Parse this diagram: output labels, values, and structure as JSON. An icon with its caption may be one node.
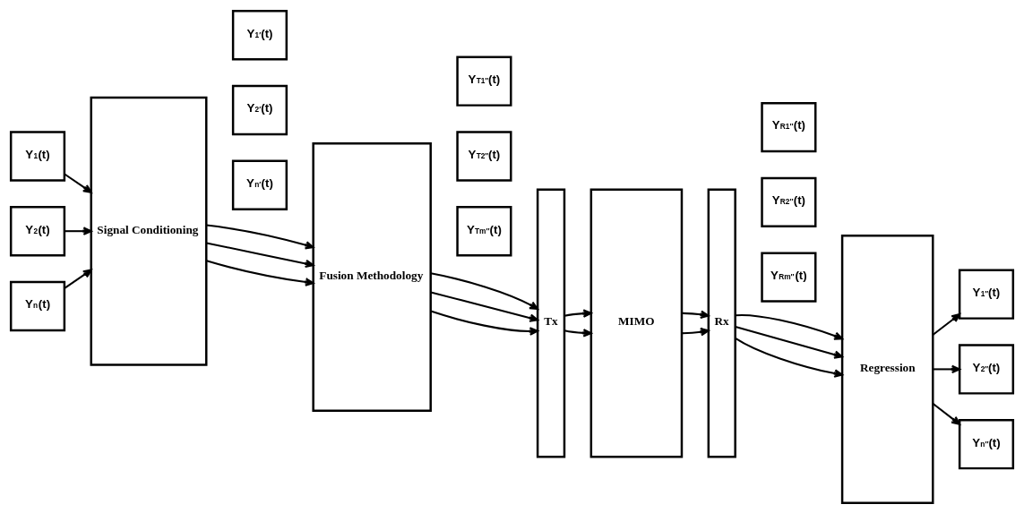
{
  "diagram": {
    "nodes": [
      {
        "text": [
          "Y$_{1}$(t)"
        ]
      },
      {
        "text": [
          "Y$_{2}$(t)"
        ]
      },
      {
        "text": [
          "Y$_{n}$(t)"
        ]
      },
      {
        "text": [
          "Signal Conditioning"
        ]
      },
      {
        "text": [
          "Y$_{1′}$(t)"
        ]
      },
      {
        "text": [
          "Y$_{2′}$(t)"
        ]
      },
      {
        "text": [
          "Y$_{n′}$(t)"
        ]
      },
      {
        "text": [
          "Fusion Methodology"
        ]
      },
      {
        "text": [
          "Y$_{T1″}$(t)"
        ]
      },
      {
        "text": [
          "Y$_{T2″}$(t)"
        ]
      },
      {
        "text": [
          "Y$_{Tm″}$(t)"
        ]
      },
      {
        "text": [
          "Tx"
        ]
      },
      {
        "text": [
          "MIMO"
        ]
      },
      {
        "text": [
          "Rx"
        ]
      },
      {
        "text": [
          "Y$_{R1″}$(t)"
        ]
      },
      {
        "text": [
          "Y$_{R2″}$(t)"
        ]
      },
      {
        "text": [
          "Y$_{Rm″}$(t)"
        ]
      },
      {
        "text": [
          "Regression"
        ]
      },
      {
        "text": [
          "Y$_{1″}$(t)"
        ]
      },
      {
        "text": [
          "Y$_{2″}$(t)"
        ]
      },
      {
        "text": [
          "Y$_{n″}$(t)"
        ]
      }
    ],
    "edges": [
      {
        "from": 0,
        "to": 3,
        "arrow": "to"
      },
      {
        "from": 1,
        "to": 3,
        "arrow": "to"
      },
      {
        "from": 2,
        "to": 3,
        "arrow": "to"
      },
      {
        "from": 3,
        "to": 7,
        "arrow": "to"
      },
      {
        "from": 3,
        "to": 7,
        "arrow": "to"
      },
      {
        "from": 3,
        "to": 7,
        "arrow": "to"
      },
      {
        "from": 7,
        "to": 11,
        "arrow": "to"
      },
      {
        "from": 7,
        "to": 11,
        "arrow": "to"
      },
      {
        "from": 7,
        "to": 11,
        "arrow": "to"
      },
      {
        "from": 11,
        "to": 12,
        "arrow": "to"
      },
      {
        "from": 11,
        "to": 12,
        "arrow": "to"
      },
      {
        "from": 12,
        "to": 13,
        "arrow": "to"
      },
      {
        "from": 12,
        "to": 13,
        "arrow": "to"
      },
      {
        "from": 13,
        "to": 17,
        "arrow": "to"
      },
      {
        "from": 13,
        "to": 17,
        "arrow": "to"
      },
      {
        "from": 13,
        "to": 17,
        "arrow": "to"
      },
      {
        "from": 17,
        "to": 18,
        "arrow": "to"
      },
      {
        "from": 17,
        "to": 19,
        "arrow": "to"
      },
      {
        "from": 17,
        "to": 20,
        "arrow": "to"
      }
    ]
  }
}
